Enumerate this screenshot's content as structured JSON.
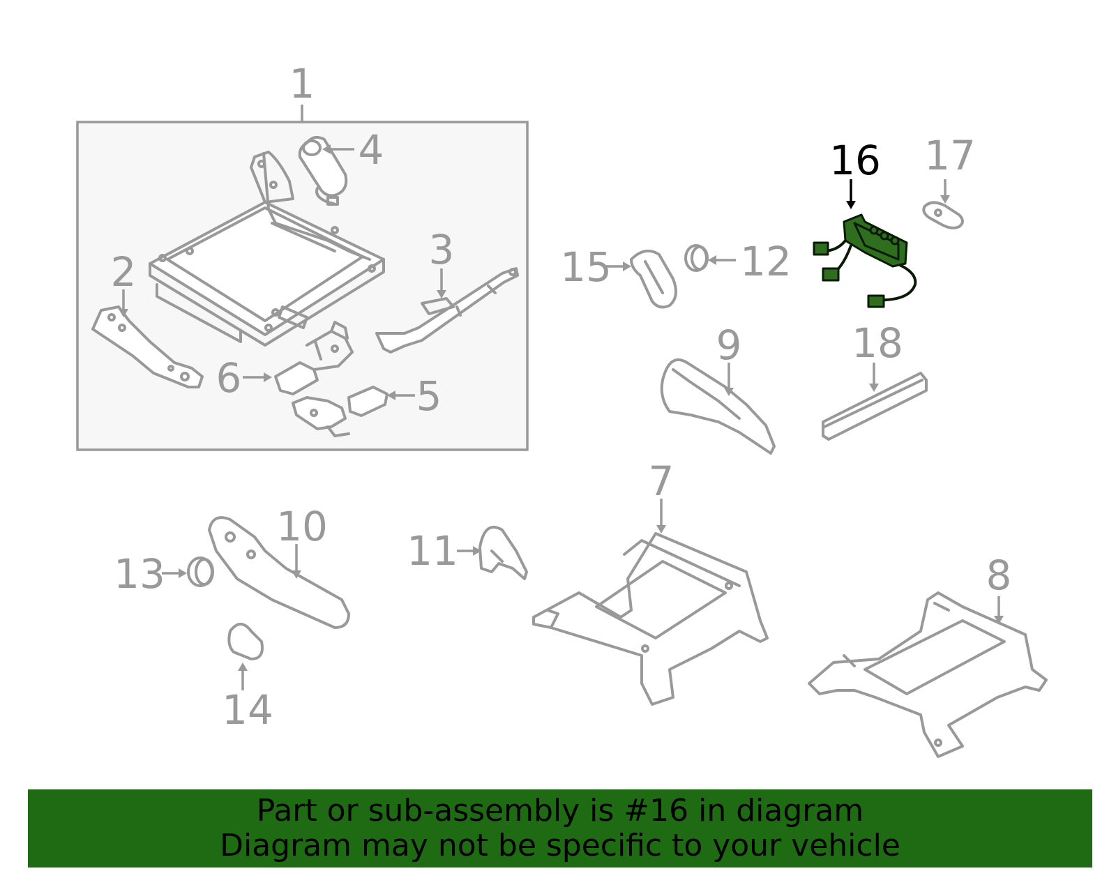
{
  "diagram": {
    "highlighted_callout": "16",
    "highlight_color": "#2f6e1f",
    "callouts": {
      "c1": "1",
      "c2": "2",
      "c3": "3",
      "c4": "4",
      "c5": "5",
      "c6": "6",
      "c7": "7",
      "c8": "8",
      "c9": "9",
      "c10": "10",
      "c11": "11",
      "c12": "12",
      "c13": "13",
      "c14": "14",
      "c15": "15",
      "c16": "16",
      "c17": "17",
      "c18": "18"
    }
  },
  "banner": {
    "line1": "Part or sub-assembly is #16 in diagram",
    "line2": "Diagram may not be specific to your vehicle",
    "background": "#1f6b13"
  }
}
